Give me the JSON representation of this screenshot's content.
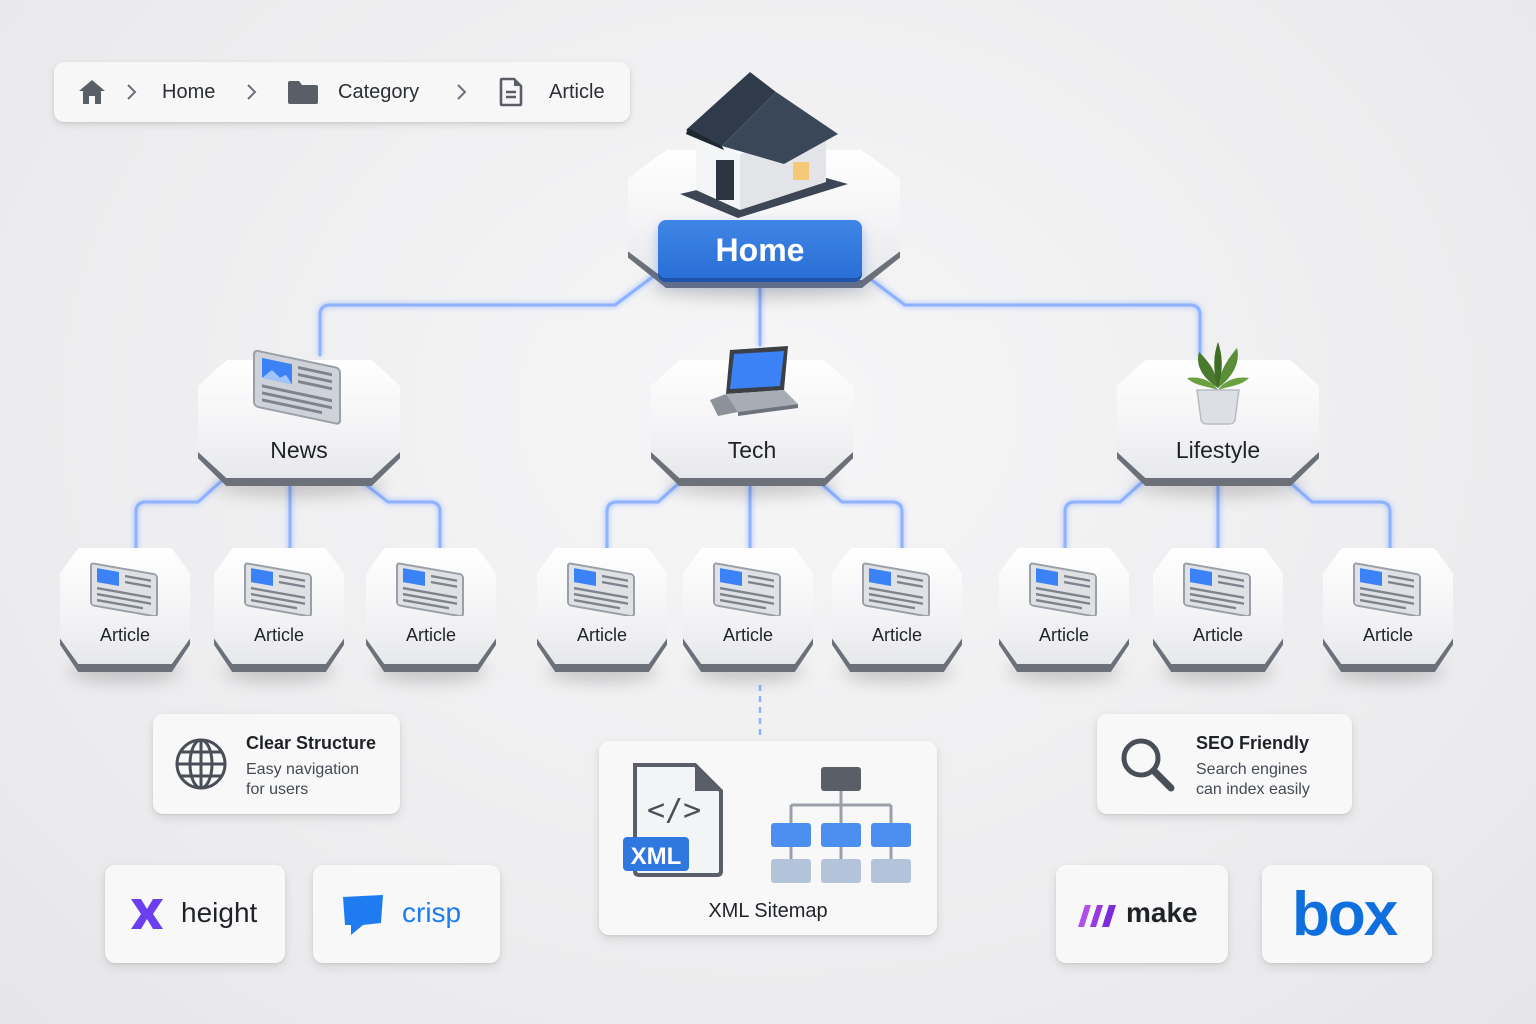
{
  "breadcrumb": {
    "items": [
      {
        "label": "Home",
        "icon": "home-icon"
      },
      {
        "label": "Category",
        "icon": "folder-icon"
      },
      {
        "label": "Article",
        "icon": "document-icon"
      }
    ],
    "separator_icon": "chevron-right-icon"
  },
  "tree": {
    "root": {
      "label": "Home",
      "icon": "house-icon"
    },
    "categories": [
      {
        "label": "News",
        "icon": "newspaper-icon",
        "children": [
          "Article",
          "Article",
          "Article"
        ]
      },
      {
        "label": "Tech",
        "icon": "laptop-icon",
        "children": [
          "Article",
          "Article",
          "Article"
        ]
      },
      {
        "label": "Lifestyle",
        "icon": "potted-plant-icon",
        "children": [
          "Article",
          "Article",
          "Article"
        ]
      }
    ]
  },
  "features": {
    "clear_structure": {
      "title": "Clear Structure",
      "desc_line1": "Easy navigation",
      "desc_line2": "for users",
      "icon": "globe-icon"
    },
    "xml_sitemap": {
      "badge": "XML",
      "code": "</>",
      "label": "XML Sitemap",
      "icon": "sitemap-icon"
    },
    "seo_friendly": {
      "title": "SEO Friendly",
      "desc_line1": "Search engines",
      "desc_line2": "can index easily",
      "icon": "magnifier-icon"
    }
  },
  "logos": {
    "height": "height",
    "crisp": "crisp",
    "make": "make",
    "box": "box"
  },
  "colors": {
    "accent_blue": "#2f78e0",
    "connector_glow": "#7da8ff",
    "height_purple": "#6b3ff0",
    "make_purple": "#8a2be2",
    "box_blue": "#0f6fde",
    "crisp_blue": "#1f7cf0"
  }
}
